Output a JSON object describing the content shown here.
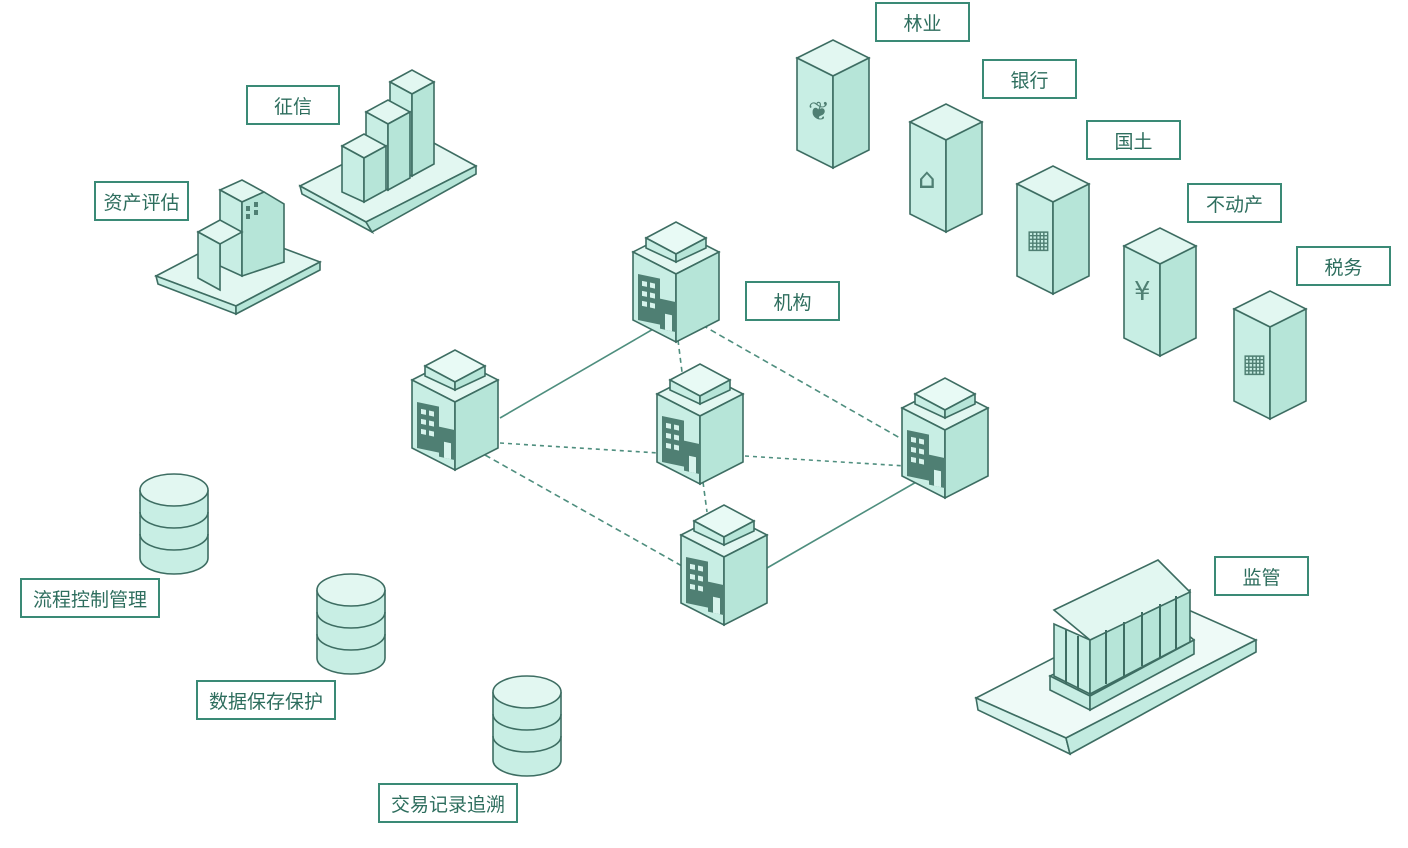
{
  "labels": {
    "credit": "征信",
    "asset_eval": "资产评估",
    "institution": "机构",
    "forestry": "林业",
    "bank": "银行",
    "land": "国土",
    "real_estate": "不动产",
    "tax": "税务",
    "process_control": "流程控制管理",
    "data_protection": "数据保存保护",
    "trace": "交易记录追溯",
    "supervision": "监管"
  },
  "colors": {
    "border": "#3a8a76",
    "text": "#2e6e5e",
    "fill_light": "#d7f3ec",
    "fill_mid": "#c2ebe0",
    "fill_dark": "#a9dfd1",
    "stroke": "#3d6d62",
    "window": "#4f7f73"
  },
  "icons": [
    "bamboo-icon",
    "bank-building-icon",
    "office-building-icon",
    "yuan-coin-hand-icon",
    "office-building-icon"
  ]
}
